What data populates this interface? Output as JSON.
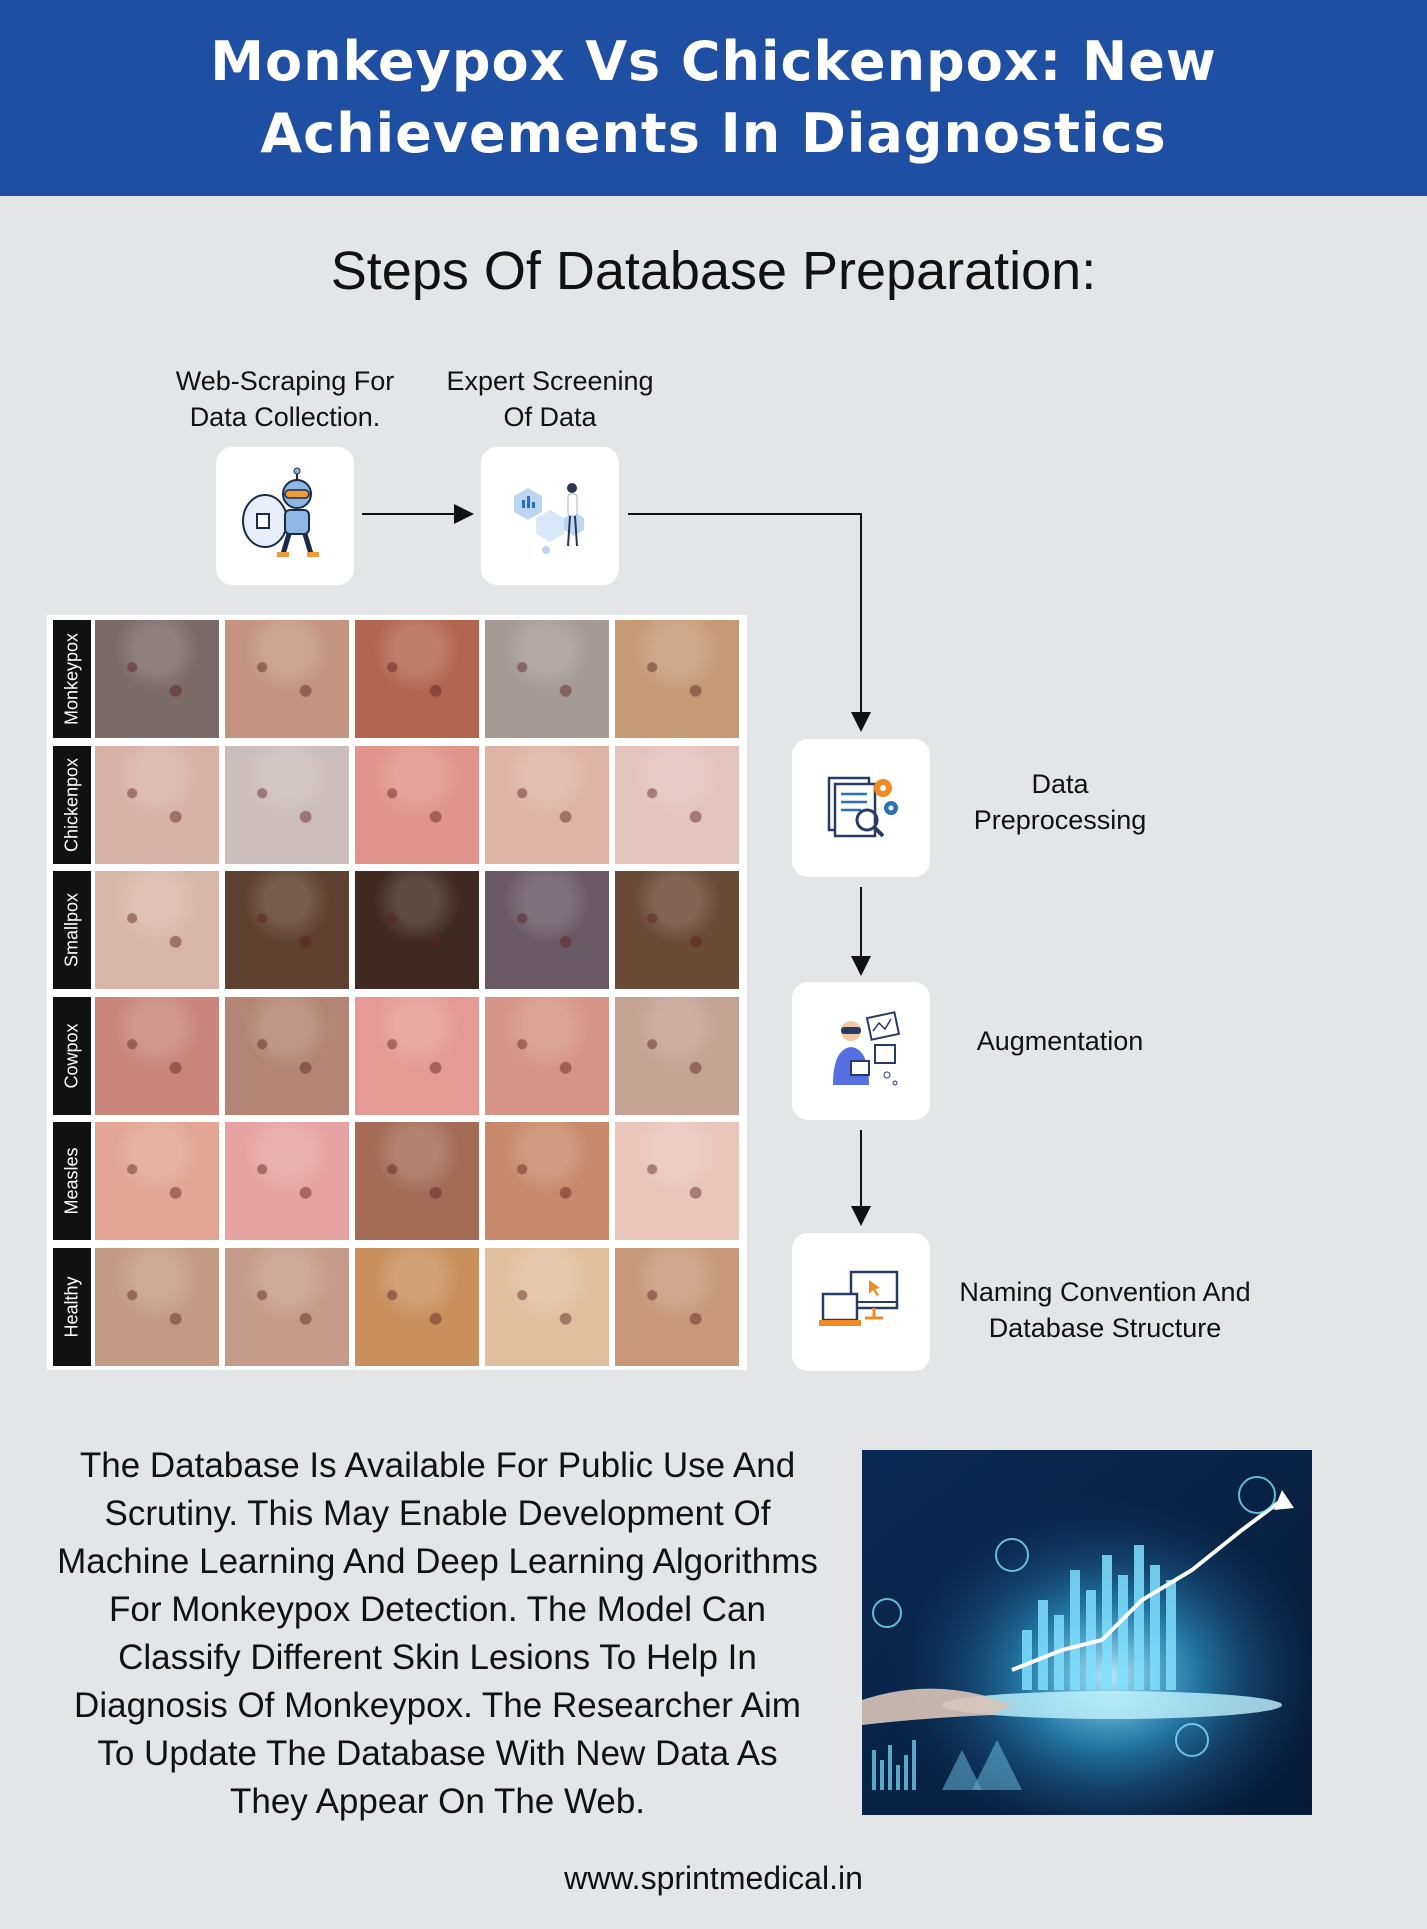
{
  "banner": {
    "title_line1": "Monkeypox Vs Chickenpox: New",
    "title_line2": "Achievements In Diagnostics"
  },
  "section_title": "Steps Of Database Preparation:",
  "steps": [
    {
      "label_line1": "Web-Scraping For",
      "label_line2": "Data Collection.",
      "icon": "robot-scraper-icon"
    },
    {
      "label_line1": "Expert Screening",
      "label_line2": "Of Data",
      "icon": "expert-screening-icon"
    },
    {
      "label_line1": "Data",
      "label_line2": "Preprocessing",
      "icon": "data-preprocessing-icon"
    },
    {
      "label_line1": "Augmentation",
      "label_line2": "",
      "icon": "augmentation-icon"
    },
    {
      "label_line1": "Naming Convention And",
      "label_line2": "Database Structure",
      "icon": "database-structure-icon"
    }
  ],
  "grid": {
    "rows": [
      "Monkeypox",
      "Chickenpox",
      "Smallpox",
      "Cowpox",
      "Measles",
      "Healthy"
    ],
    "row_colors": [
      [
        "#7a6a68",
        "#c49480",
        "#b3664f",
        "#a49a96",
        "#c79a76"
      ],
      [
        "#d8b1a9",
        "#cbbdbb",
        "#e0948c",
        "#dfb3a6",
        "#e2c3be"
      ],
      [
        "#d9b6aa",
        "#5d4030",
        "#3f2a22",
        "#6a5a66",
        "#6b4a38"
      ],
      [
        "#c9857c",
        "#b48574",
        "#e59a95",
        "#d69486",
        "#c4a294"
      ],
      [
        "#e2a693",
        "#e7a3a3",
        "#a46c55",
        "#c88a6b",
        "#e9c5bc"
      ],
      [
        "#c49a84",
        "#c79b8a",
        "#c9905e",
        "#e1bf9d",
        "#c89878"
      ]
    ]
  },
  "description": [
    "The Database Is Available For Public Use And",
    "Scrutiny. This May Enable Development Of",
    "Machine Learning And Deep Learning Algorithms",
    "For Monkeypox Detection. The Model Can",
    "Classify Different Skin Lesions To Help In",
    "Diagnosis Of Monkeypox. The Researcher Aim",
    "To Update The Database With New Data As",
    "They Appear On The Web."
  ],
  "footer": "www.sprintmedical.in",
  "colors": {
    "banner": "#1f4fa3",
    "background": "#e3e5e7",
    "card": "#ffffff",
    "accent_blue": "#2a6fb8",
    "accent_orange": "#f08a24"
  }
}
